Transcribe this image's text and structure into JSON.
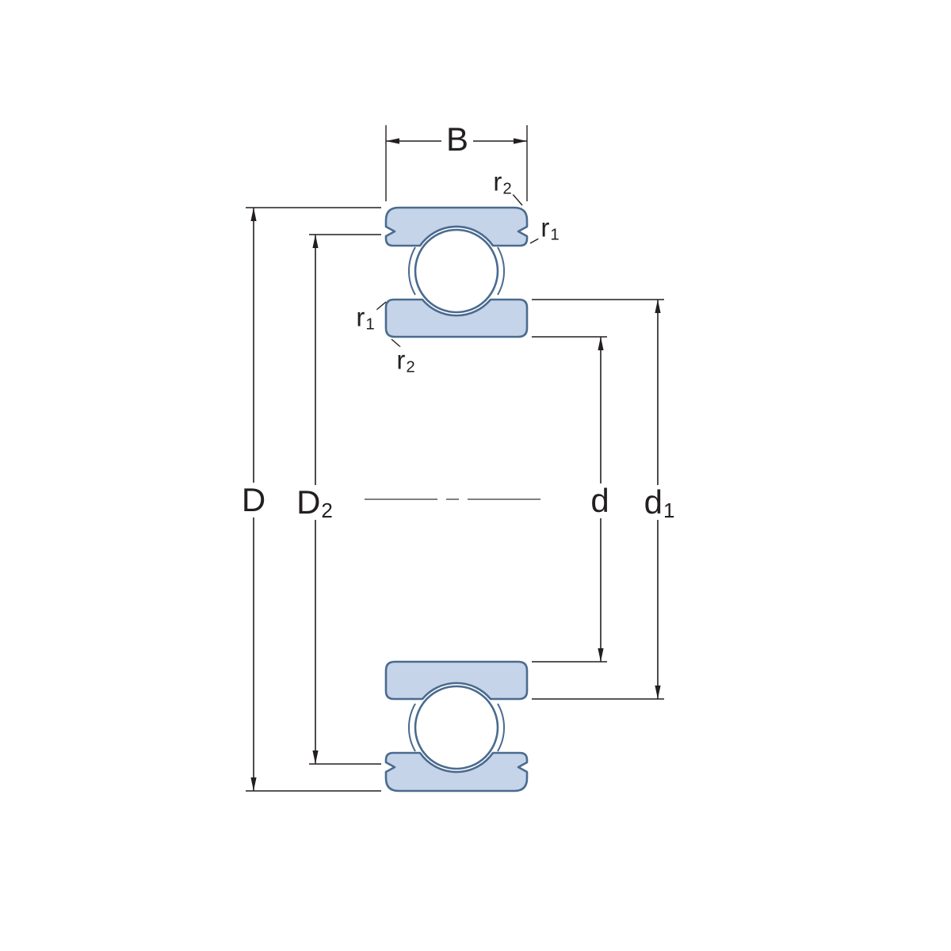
{
  "colors": {
    "ring_fill": "#c5d4e9",
    "ring_outline": "#4a6b8f",
    "dimension_lines": "#231f20",
    "background": "#ffffff"
  },
  "labels": {
    "width": {
      "main": "B"
    },
    "outer_diameter": {
      "main": "D"
    },
    "recess_diameter": {
      "main": "D",
      "sub": "2"
    },
    "bore_diameter": {
      "main": "d"
    },
    "shoulder_diameter": {
      "main": "d",
      "sub": "1"
    },
    "radius_outer_top": {
      "main": "r",
      "sub": "2"
    },
    "radius_outer_face": {
      "main": "r",
      "sub": "1"
    },
    "radius_inner_top": {
      "main": "r",
      "sub": "1"
    },
    "radius_inner_bottom": {
      "main": "r",
      "sub": "2"
    }
  }
}
